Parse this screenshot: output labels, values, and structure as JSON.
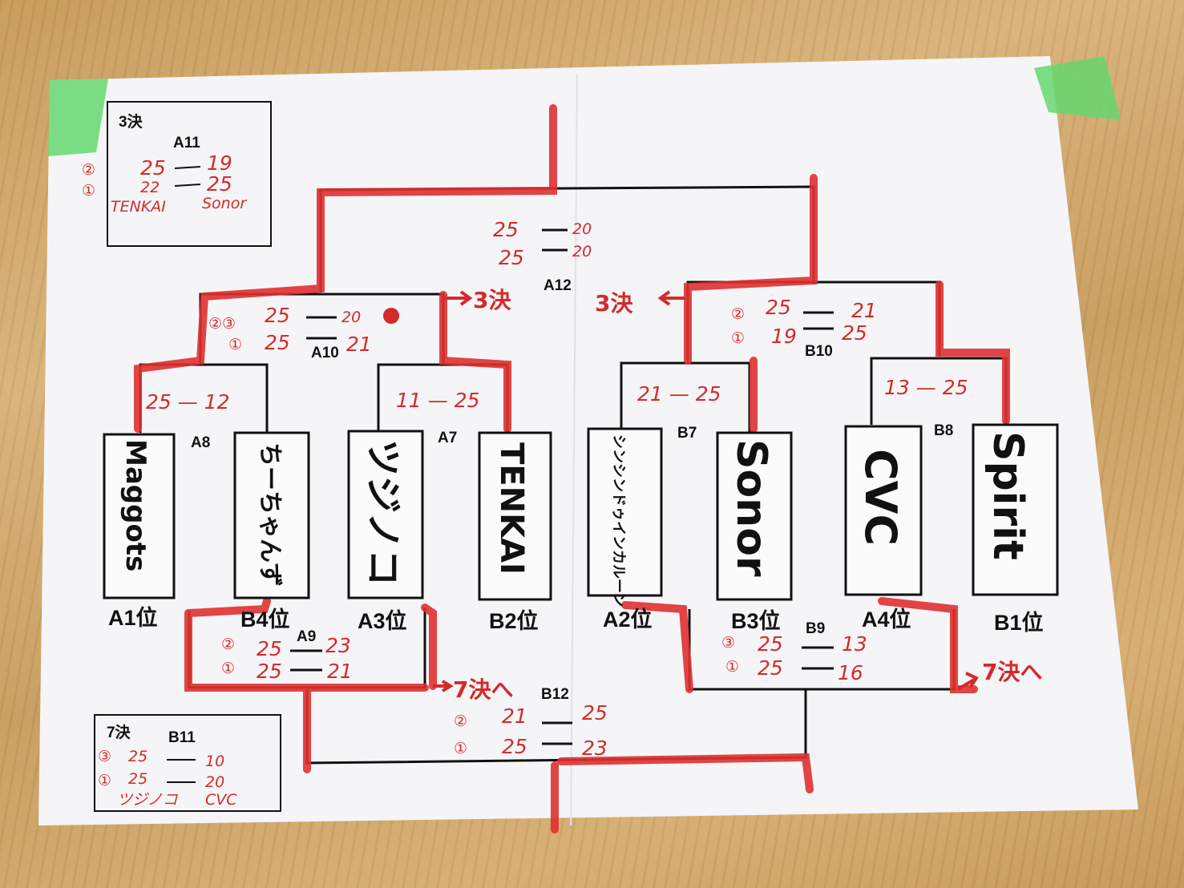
{
  "tournament": {
    "third_place_box": {
      "title": "3決",
      "match_id": "A11",
      "sets": [
        {
          "mark": "②",
          "left": "25",
          "right": "19"
        },
        {
          "mark": "①",
          "left": "22",
          "right": "25"
        }
      ],
      "left_team": "TENKAI",
      "right_team": "Sonor"
    },
    "seventh_place_box": {
      "title": "7決",
      "match_id": "B11",
      "sets": [
        {
          "mark": "③",
          "left": "25",
          "right": "10"
        },
        {
          "mark": "①",
          "left": "25",
          "right": "20"
        }
      ],
      "left_team": "ツジノコ",
      "right_team": "CVC"
    },
    "final": {
      "match_id": "A12",
      "sets": [
        {
          "left": "25",
          "right": "20"
        },
        {
          "left": "25",
          "right": "20"
        }
      ]
    },
    "semi_left": {
      "match_id": "A10",
      "sets": [
        {
          "mark": "②③",
          "left": "25",
          "right": "20"
        },
        {
          "mark": "①",
          "left": "25",
          "right": "21"
        }
      ],
      "arrow_note": "3決"
    },
    "semi_right": {
      "match_id": "B10",
      "sets": [
        {
          "mark": "②",
          "left": "25",
          "right": "21"
        },
        {
          "mark": "①",
          "left": "19",
          "right": "25"
        }
      ],
      "arrow_note": "3決"
    },
    "quarter": [
      {
        "match_id": "A8",
        "score": "25 — 12"
      },
      {
        "match_id": "A7",
        "score": "11 — 25"
      },
      {
        "match_id": "B7",
        "score": "21 — 25"
      },
      {
        "match_id": "B8",
        "score": "13 — 25"
      }
    ],
    "teams": [
      {
        "name": "Maggots",
        "place": "A1位"
      },
      {
        "name": "ちーちゃんず",
        "place": "B4位"
      },
      {
        "name": "ツジノコ",
        "place": "A3位"
      },
      {
        "name": "TENKAI",
        "place": "B2位"
      },
      {
        "name": "シンシンドゥインカルーン",
        "place": "A2位"
      },
      {
        "name": "Sonor",
        "place": "B3位"
      },
      {
        "name": "CVC",
        "place": "A4位"
      },
      {
        "name": "Spirit",
        "place": "B1位"
      }
    ],
    "consolation_left": {
      "match_id": "A9",
      "sets": [
        {
          "mark": "②",
          "left": "25",
          "right": "23"
        },
        {
          "mark": "①",
          "left": "25",
          "right": "21"
        }
      ],
      "arrow_note": "7決へ"
    },
    "consolation_right": {
      "match_id": "B9",
      "sets": [
        {
          "mark": "③",
          "left": "25",
          "right": "13"
        },
        {
          "mark": "①",
          "left": "25",
          "right": "16"
        }
      ],
      "arrow_note": "7決へ"
    },
    "consolation_final": {
      "match_id": "B12",
      "sets": [
        {
          "mark": "②",
          "left": "21",
          "right": "25"
        },
        {
          "mark": "①",
          "left": "25",
          "right": "23"
        }
      ]
    }
  },
  "colors": {
    "ink_red": "#d42a2a",
    "ink_black": "#111111",
    "paper": "#f6f6f8",
    "tape_green": "#6edc6e"
  }
}
